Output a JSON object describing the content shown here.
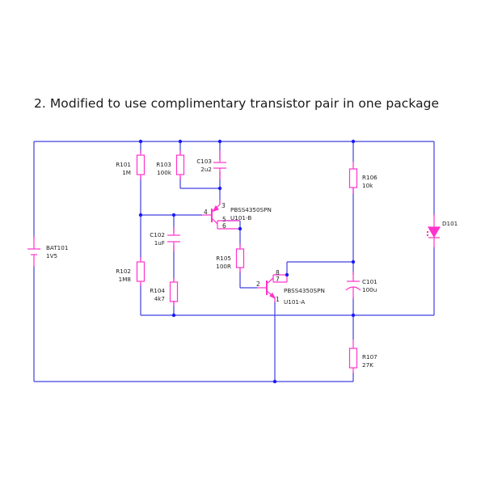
{
  "title": "2. Modified to use complimentary transistor pair in one package",
  "colors": {
    "wire": "#3c3cdc",
    "component": "#ff33cc",
    "junction": "#1a1aff",
    "text": "#222222"
  },
  "components": {
    "R101": {
      "ref": "R101",
      "value": "1M"
    },
    "R102": {
      "ref": "R102",
      "value": "1M8"
    },
    "R103": {
      "ref": "R103",
      "value": "100k"
    },
    "R104": {
      "ref": "R104",
      "value": "4k7"
    },
    "R105": {
      "ref": "R105",
      "value": "100R"
    },
    "R106": {
      "ref": "R106",
      "value": "10k"
    },
    "R107": {
      "ref": "R107",
      "value": "27K"
    },
    "C101": {
      "ref": "C101",
      "value": "100u"
    },
    "C102": {
      "ref": "C102",
      "value": "1uF"
    },
    "C103": {
      "ref": "C103",
      "value": "2u2"
    },
    "BAT101": {
      "ref": "BAT101",
      "value": "1V5"
    },
    "D101": {
      "ref": "D101"
    },
    "U101B": {
      "part": "PBSS4350SPN",
      "ref": "U101-B",
      "pins": {
        "base": "4",
        "emitter": "3",
        "c1": "5",
        "c2": "6"
      }
    },
    "U101A": {
      "part": "PBSS4350SPN",
      "ref": "U101-A",
      "pins": {
        "base": "2",
        "emitter": "1",
        "c1": "8",
        "c2": "7"
      }
    }
  }
}
